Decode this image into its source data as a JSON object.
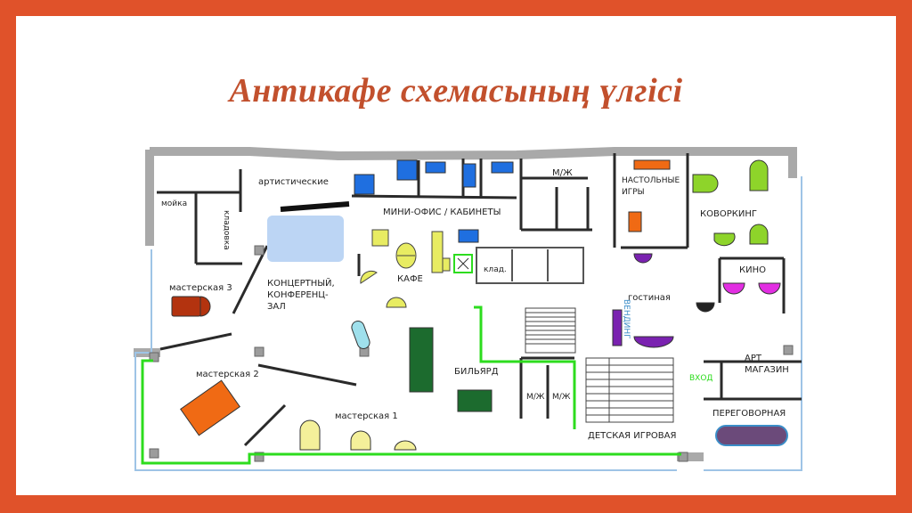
{
  "title": "Антикафе схемасының үлгісі",
  "colors": {
    "background": "#e0522a",
    "title": "#c2502d",
    "wall": "#a9a9a9",
    "exit_route": "#2ddc1e",
    "window_edge": "#9ec4e6"
  },
  "rooms": {
    "moika": "мойка",
    "kladovka": "кладовка",
    "artisticheskie": "артистические",
    "mini_office": "МИНИ-ОФИС / КАБИНЕТЫ",
    "mzh_top": "М/Ж",
    "nastolnye_line1": "НАСТОЛЬНЫЕ",
    "nastolnye_line2": "ИГРЫ",
    "kovorking": "КОВОРКИНГ",
    "kino": "КИНО",
    "masterskaya3": "мастерская 3",
    "concert_line1": "КОНЦЕРТНЫЙ,",
    "concert_line2": "КОНФЕРЕНЦ-",
    "concert_line3": "ЗАЛ",
    "kafe": "КАФЕ",
    "klad": "клад.",
    "gostinaya": "гостиная",
    "vendingi": "ВЕНДИНГ",
    "masterskaya2": "мастерская 2",
    "bilyard": "БИЛЬЯРД",
    "mzh_1": "М/Ж",
    "mzh_2": "М/Ж",
    "vhod": "ВХОД",
    "art_line1": "АРТ",
    "art_line2": "МАГАЗИН",
    "peregovornaya": "ПЕРЕГОВОРНАЯ",
    "masterskaya1": "мастерская 1",
    "detskaya": "ДЕТСКАЯ ИГРОВАЯ"
  }
}
